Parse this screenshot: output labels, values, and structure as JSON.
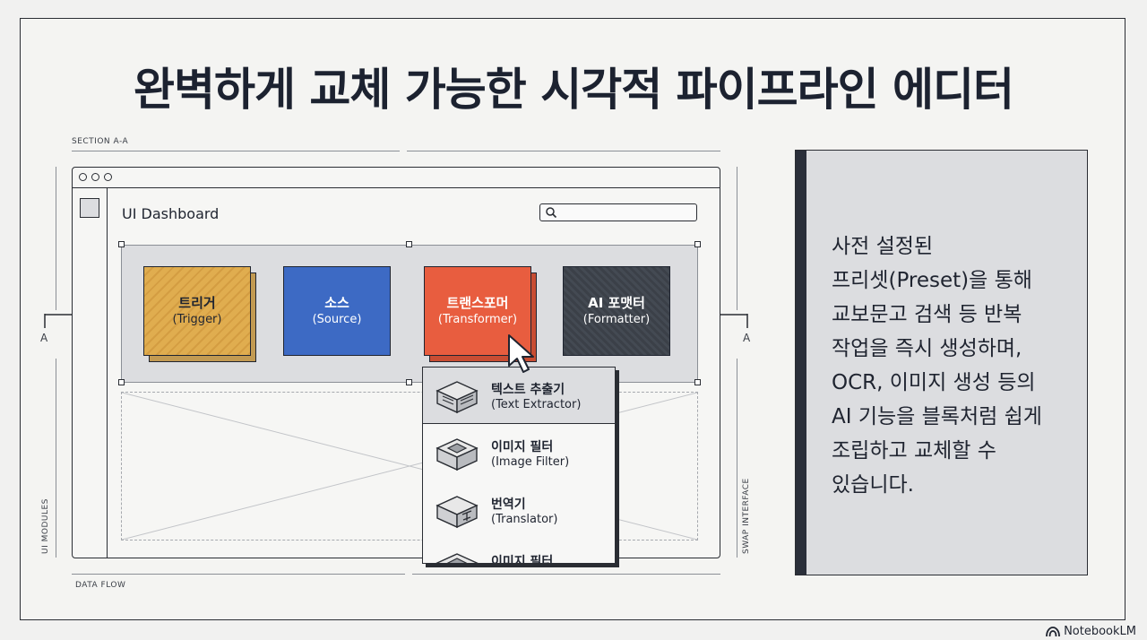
{
  "title": "완벽하게 교체 가능한 시각적 파이프라인 에디터",
  "labels": {
    "section": "SECTION A-A",
    "data_flow": "DATA FLOW",
    "ui_modules": "UI MODULES",
    "swap_interface": "SWAP INTERFACE",
    "anchor_left": "A",
    "anchor_right": "A"
  },
  "dashboard": {
    "title": "UI Dashboard",
    "search_icon": "search-icon"
  },
  "pipeline": {
    "nodes": [
      {
        "ko": "트리거",
        "en": "(Trigger)",
        "color": "#e0ad4f"
      },
      {
        "ko": "소스",
        "en": "(Source)",
        "color": "#3d6ac4"
      },
      {
        "ko": "트랜스포머",
        "en": "(Transformer)",
        "color": "#e85d3f"
      },
      {
        "ko": "AI 포맷터",
        "en": "(Formatter)",
        "color": "#3b4048"
      }
    ]
  },
  "dropdown": {
    "items": [
      {
        "ko": "텍스트 추출기",
        "en": "(Text Extractor)",
        "icon": "text-extractor-icon"
      },
      {
        "ko": "이미지 필터",
        "en": "(Image Filter)",
        "icon": "image-filter-icon"
      },
      {
        "ko": "번역기",
        "en": "(Translator)",
        "icon": "translator-icon"
      },
      {
        "ko": "이미지 필터",
        "en": "",
        "icon": "image-filter-icon"
      }
    ]
  },
  "note": {
    "text": "사전 설정된\n프리셋(Preset)을 통해\n교보문고 검색 등 반복\n작업을 즉시 생성하며,\nOCR, 이미지 생성 등의\nAI 기능을 블록처럼 쉽게\n조립하고 교체할 수\n있습니다."
  },
  "brand": {
    "name": "NotebookLM",
    "icon": "notebooklm-logo-icon"
  }
}
